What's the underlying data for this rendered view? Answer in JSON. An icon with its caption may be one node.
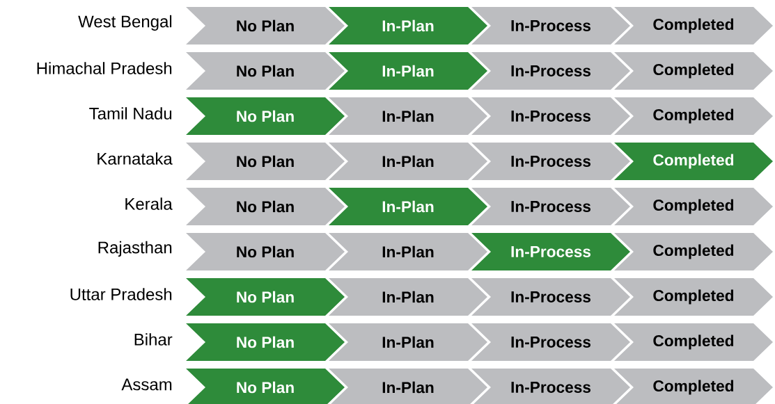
{
  "diagram": {
    "nodes": [
      {
        "text": [
          "No Plan"
        ]
      },
      {
        "text": [
          "In-Plan"
        ]
      },
      {
        "text": [
          "In-Process"
        ]
      },
      {
        "text": [
          "Completed"
        ]
      },
      {
        "text": [
          "No Plan"
        ]
      },
      {
        "text": [
          "In-Plan"
        ]
      },
      {
        "text": [
          "In-Process"
        ]
      },
      {
        "text": [
          "Completed"
        ]
      },
      {
        "text": [
          "No Plan"
        ]
      },
      {
        "text": [
          "In-Plan"
        ]
      },
      {
        "text": [
          "In-Process"
        ]
      },
      {
        "text": [
          "Completed"
        ]
      },
      {
        "text": [
          "No Plan"
        ]
      },
      {
        "text": [
          "In-Plan"
        ]
      },
      {
        "text": [
          "In-Process"
        ]
      },
      {
        "text": [
          "Completed"
        ]
      },
      {
        "text": [
          "No Plan"
        ]
      },
      {
        "text": [
          "In-Plan"
        ]
      },
      {
        "text": [
          "In-Process"
        ]
      },
      {
        "text": [
          "Completed"
        ]
      },
      {
        "text": [
          "No Plan"
        ]
      },
      {
        "text": [
          "In-Plan"
        ]
      },
      {
        "text": [
          "In-Process"
        ]
      },
      {
        "text": [
          "Completed"
        ]
      },
      {
        "text": [
          "No Plan"
        ]
      },
      {
        "text": [
          "In-Plan"
        ]
      },
      {
        "text": [
          "In-Process"
        ]
      },
      {
        "text": [
          "Completed"
        ]
      },
      {
        "text": [
          "No Plan"
        ]
      },
      {
        "text": [
          "In-Plan"
        ]
      },
      {
        "text": [
          "In-Process"
        ]
      },
      {
        "text": [
          "Completed"
        ]
      },
      {
        "text": [
          "No Plan"
        ]
      },
      {
        "text": [
          "In-Plan"
        ]
      },
      {
        "text": [
          "In-Process"
        ]
      },
      {
        "text": [
          "Completed"
        ]
      }
    ],
    "labels": [
      "West Bengal",
      "Himachal Pradesh",
      "Tamil Nadu",
      "Karnataka",
      "Kerala",
      "Rajasthan",
      "Uttar Pradesh",
      "Bihar",
      "Assam"
    ]
  }
}
